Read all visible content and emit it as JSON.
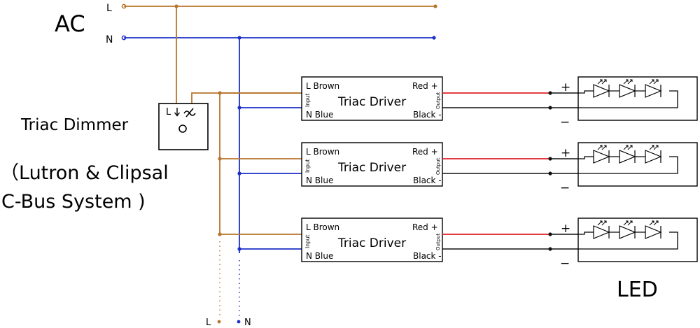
{
  "ac_label": "AC",
  "terminals": {
    "L": "L",
    "N": "N"
  },
  "dimmer": {
    "label_L": "L",
    "title": "Triac Dimmer",
    "subtitle_line1": "（Lutron & Clipsal",
    "subtitle_line2": "C-Bus System )"
  },
  "driver": {
    "title": "Triac Driver",
    "l_label": "L Brown",
    "n_label": "N Blue",
    "red_label": "Red +",
    "black_label": "Black -",
    "input_label": "Input",
    "output_label": "Output"
  },
  "led": {
    "label": "LED",
    "plus": "+",
    "minus": "−"
  },
  "bottom_terminals": {
    "L": "L",
    "N": "N"
  },
  "colors": {
    "live": "#b8742b",
    "neutral": "#1c2fc8",
    "red": "#e0202a",
    "black": "#111111"
  }
}
